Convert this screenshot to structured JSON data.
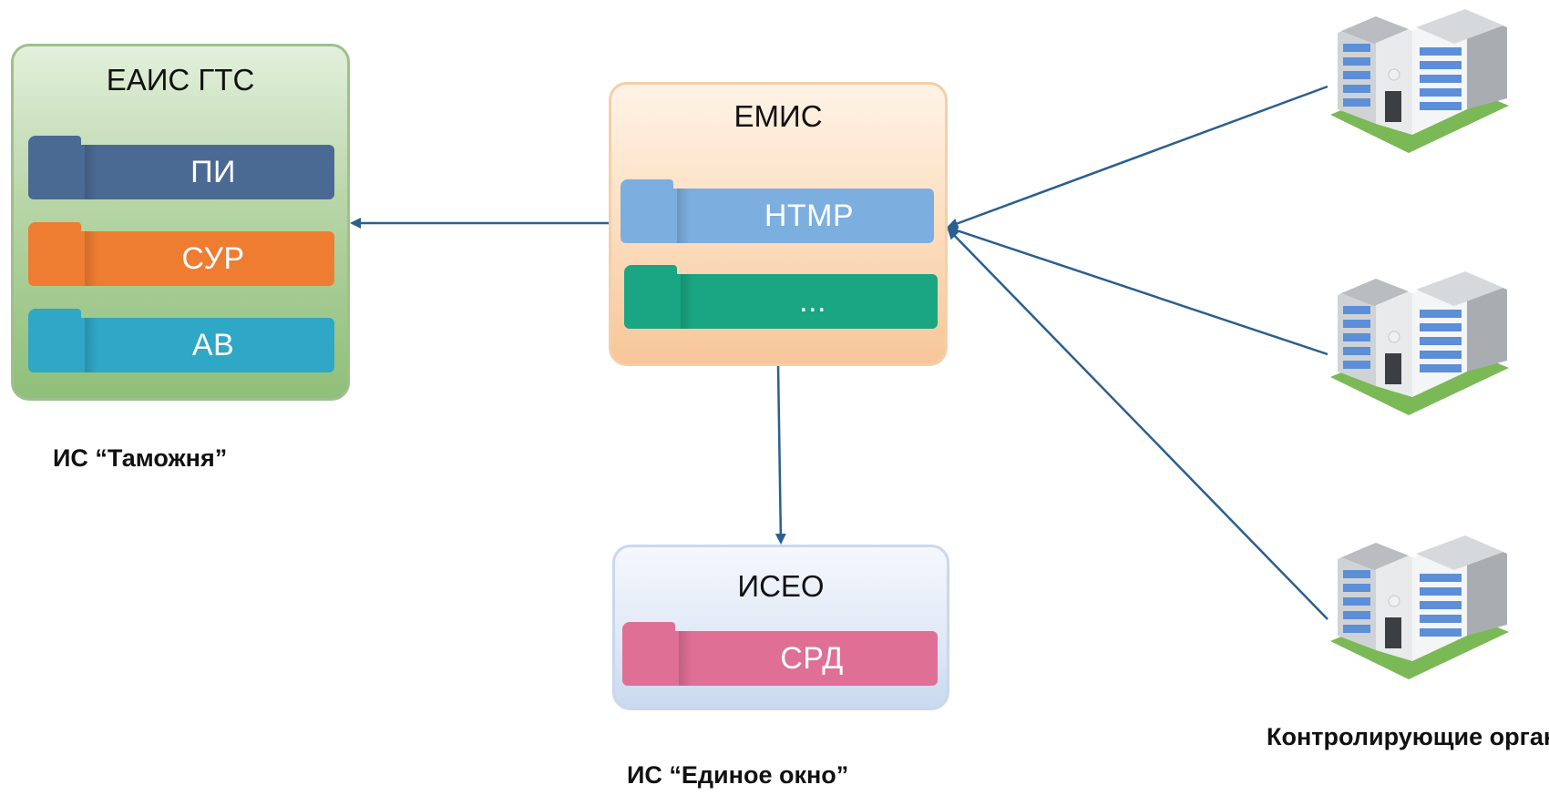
{
  "customs_system": {
    "title": "ЕАИС ГТС",
    "caption": "ИС “Таможня”",
    "modules": [
      {
        "label": "ПИ",
        "color": "#4b6a93"
      },
      {
        "label": "СУР",
        "color": "#ee7d31"
      },
      {
        "label": "АВ",
        "color": "#2fa7c6"
      }
    ],
    "fill_top": "#d9ead3",
    "fill_bottom": "#93c47d"
  },
  "emis_system": {
    "title": "ЕМИС",
    "modules": [
      {
        "label": "НТМР",
        "color": "#7caee0"
      },
      {
        "label": "...",
        "color": "#1aa682"
      }
    ],
    "fill_top": "#fff0e0",
    "fill_bottom": "#f8c99c"
  },
  "single_window_system": {
    "title": "ИСЕО",
    "caption": "ИС “Единое окно”",
    "modules": [
      {
        "label": "СРД",
        "color": "#df6f94"
      }
    ],
    "fill_top": "#f2f5fb",
    "fill_bottom": "#c8d8ee"
  },
  "control_bodies": {
    "caption": "Контролирующие органы",
    "buildings": [
      {
        "icon": "office-building-icon"
      },
      {
        "icon": "office-building-icon"
      },
      {
        "icon": "office-building-icon"
      }
    ]
  },
  "arrow_color": "#2a5f8f"
}
